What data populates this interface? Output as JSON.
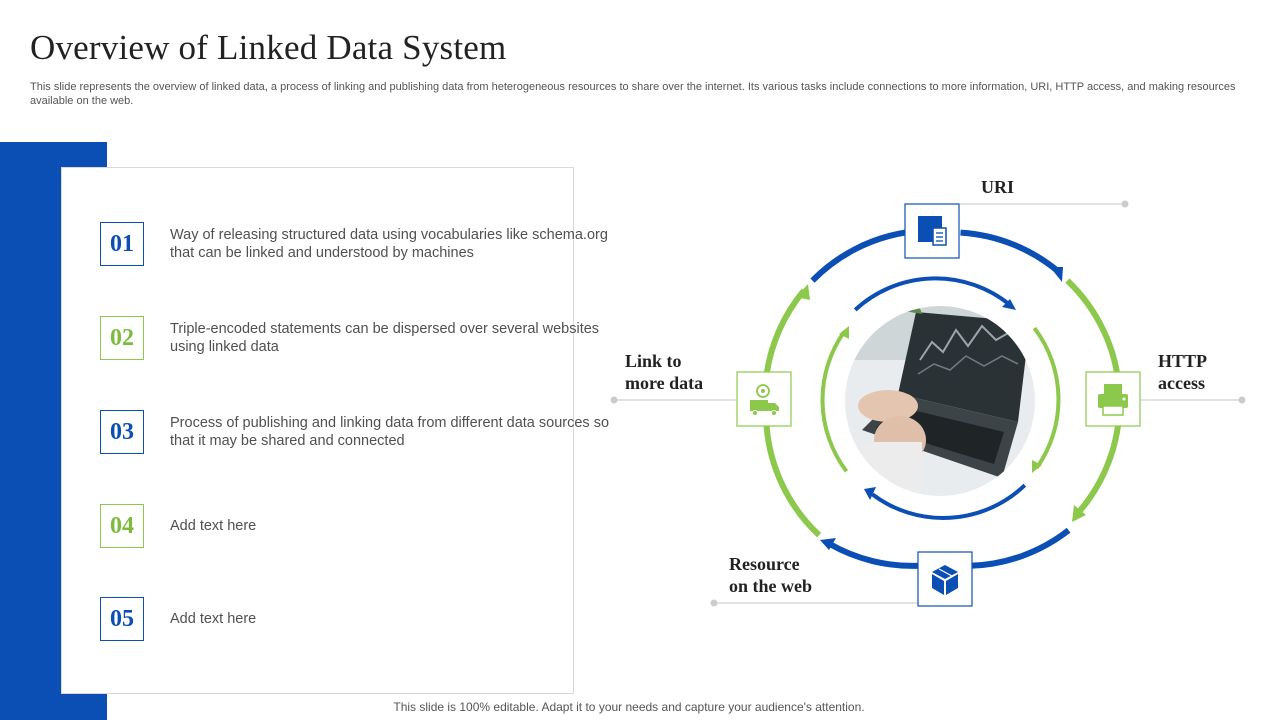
{
  "title": "Overview of Linked Data System",
  "subtitle": "This slide represents the overview of linked data, a process of linking and publishing data from heterogeneous resources to share over the internet. Its various tasks include connections to more information, URI, HTTP access, and making resources available on the web.",
  "items": [
    {
      "number": "01",
      "text": "Way of releasing structured data using vocabularies like schema.org that can be linked and understood by machines",
      "color": "blue"
    },
    {
      "number": "02",
      "text": "Triple-encoded statements can be dispersed over several websites using linked data",
      "color": "green"
    },
    {
      "number": "03",
      "text": "Process of publishing and linking data from different data sources so that it may be shared and connected",
      "color": "blue"
    },
    {
      "number": "04",
      "text": "Add text here",
      "color": "green"
    },
    {
      "number": "05",
      "text": "Add text here",
      "color": "blue"
    }
  ],
  "diagram": {
    "labels": {
      "uri": "URI",
      "http": "HTTP\naccess",
      "resource": "Resource\non the web",
      "link": "Link to\nmore data"
    },
    "icons": {
      "uri": "document-folder-icon",
      "http": "printer-icon",
      "resource": "cube-box-icon",
      "link": "delivery-truck-icon"
    },
    "center_image": "laptop-typing-photo"
  },
  "colors": {
    "blue": "#0c4fb4",
    "green": "#8cc84b"
  },
  "footer": "This slide is 100% editable. Adapt it to your needs and capture your audience's attention."
}
